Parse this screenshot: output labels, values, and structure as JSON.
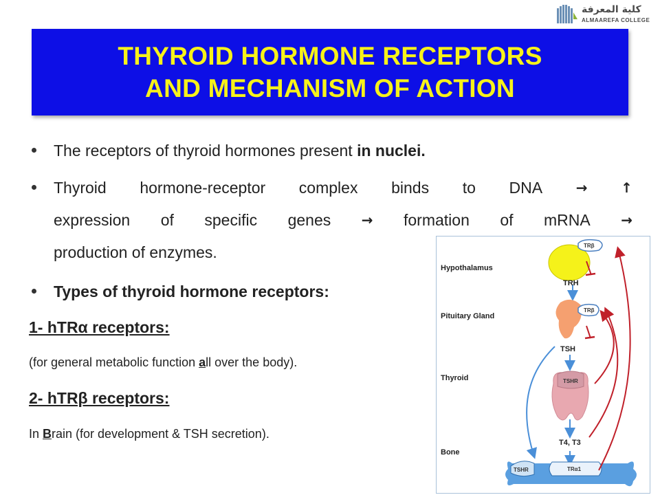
{
  "logo": {
    "arabic_text": "كلية المعرفة",
    "english_text": "ALMAAREFA COLLEGE"
  },
  "slide": {
    "title_line1": "THYROID HORMONE RECEPTORS",
    "title_line2": "AND MECHANISM OF ACTION",
    "bullet1": {
      "text": "The receptors of thyroid hormones present ",
      "bold": "in nuclei."
    },
    "bullet2": {
      "line1": [
        "Thyroid",
        "hormone-receptor",
        "complex",
        "binds",
        "to",
        "DNA",
        "→",
        "↑"
      ],
      "line2": [
        "expression",
        "of",
        "specific",
        "genes",
        "→",
        "formation",
        "of",
        "mRNA",
        "→"
      ],
      "line3": "production of enzymes."
    },
    "bullet3": "Types of thyroid hormone receptors:",
    "alpha": {
      "heading": "1- hTRα receptors:",
      "desc_before": "(for general metabolic function ",
      "desc_highlight": "a",
      "desc_after": "ll over the body)."
    },
    "beta": {
      "heading": "2- hTRβ receptors:",
      "desc_before": "In ",
      "desc_highlight": "B",
      "desc_after": "rain (for development & TSH secretion)."
    }
  },
  "diagram": {
    "labels": {
      "hypothalamus": "Hypothalamus",
      "pituitary": "Pituitary Gland",
      "thyroid": "Thyroid",
      "bone": "Bone"
    },
    "hormones": {
      "trh": "TRH",
      "tsh": "TSH",
      "t4t3": "T4, T3"
    },
    "receptors": {
      "trb_top": "TRβ",
      "trb_mid": "TRβ",
      "tshr_thyroid": "TSHR",
      "tshr_bone": "TSHR",
      "tra1": "TRα1"
    },
    "colors": {
      "hypothalamus": "#f5f21a",
      "pituitary": "#f5a070",
      "thyroid": "#e8a8b0",
      "bone": "#5a9fe0",
      "feedback": "#c0202a",
      "flow": "#4a8fd8"
    }
  }
}
